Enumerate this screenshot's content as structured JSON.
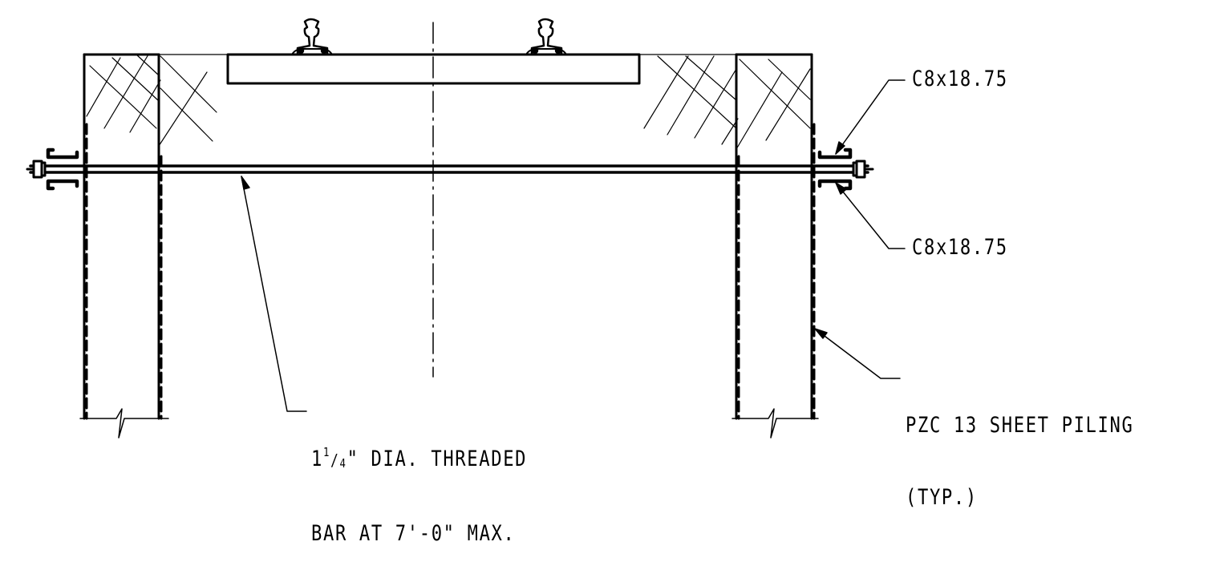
{
  "callouts": {
    "channel_top": "C8x18.75",
    "channel_bottom": "C8x18.75",
    "sheet_piling": {
      "line1": "PZC 13 SHEET PILING",
      "line2": "(TYP.)"
    },
    "threaded_bar": {
      "whole": "1",
      "numerator": "1",
      "denominator": "4",
      "line1_rest": "\" DIA. THREADED",
      "line2": "BAR AT 7'-0\" MAX."
    }
  }
}
